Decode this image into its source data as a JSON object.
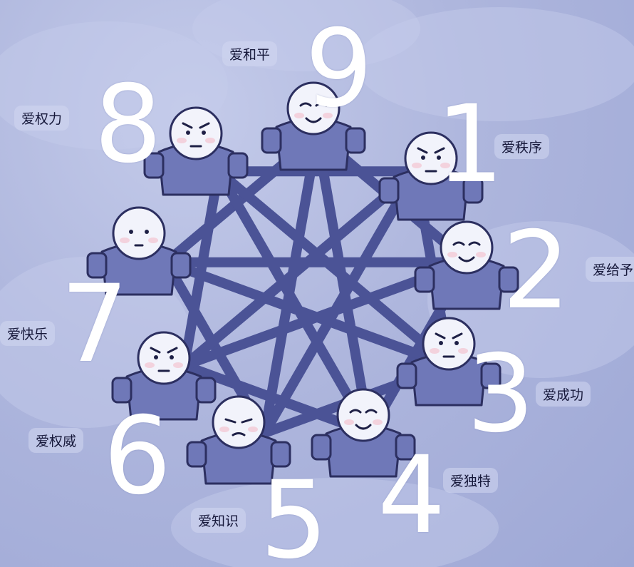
{
  "colors": {
    "background": "#aab3da",
    "star_lines": "#4b5396",
    "figure_body": "#6f78b8",
    "figure_head": "#f2f3fb",
    "numbers": "#ffffff",
    "label_text": "#16183a"
  },
  "types": [
    {
      "number": "9",
      "label": "爱和平",
      "figure": "figure-type-9"
    },
    {
      "number": "1",
      "label": "爱秩序",
      "figure": "figure-type-1"
    },
    {
      "number": "2",
      "label": "爱给予",
      "figure": "figure-type-2"
    },
    {
      "number": "3",
      "label": "爱成功",
      "figure": "figure-type-3"
    },
    {
      "number": "4",
      "label": "爱独特",
      "figure": "figure-type-4"
    },
    {
      "number": "5",
      "label": "爱知识",
      "figure": "figure-type-5"
    },
    {
      "number": "6",
      "label": "爱权威",
      "figure": "figure-type-6"
    },
    {
      "number": "7",
      "label": "爱快乐",
      "figure": "figure-type-7"
    },
    {
      "number": "8",
      "label": "爱权力",
      "figure": "figure-type-8"
    }
  ]
}
